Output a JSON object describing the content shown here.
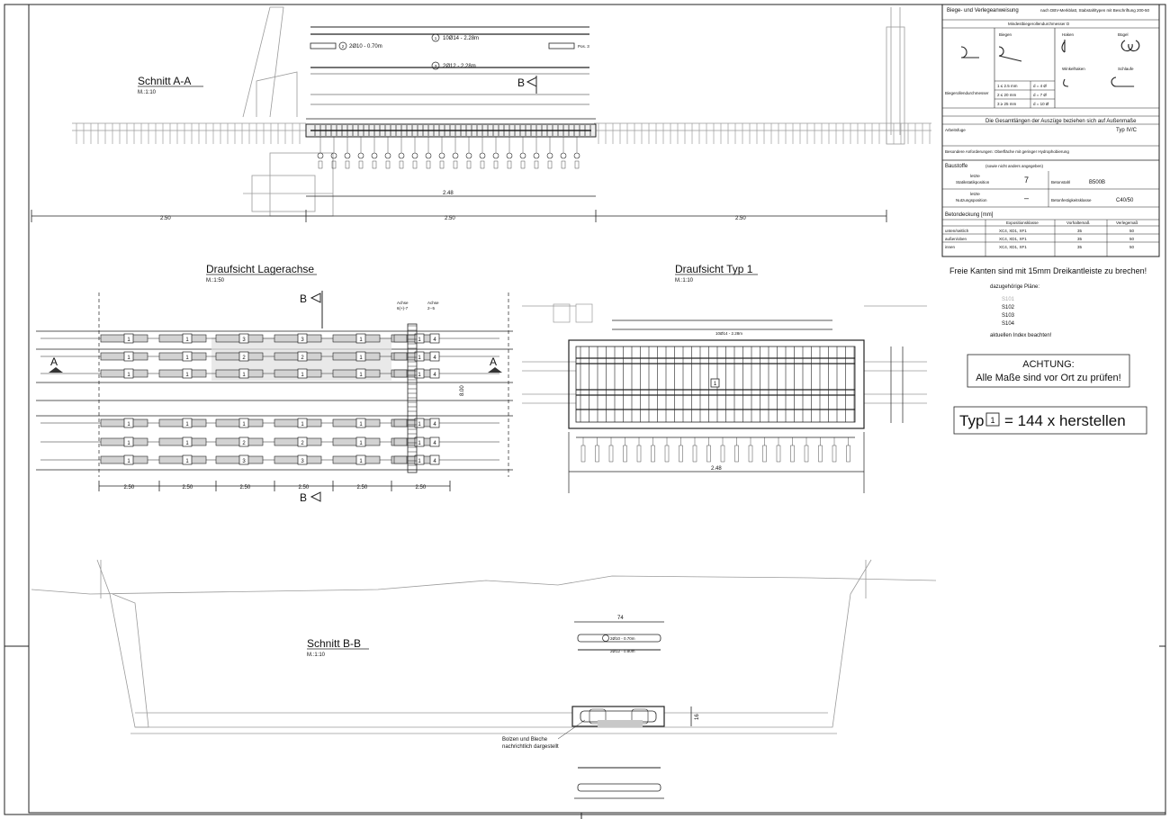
{
  "sections": {
    "a": {
      "title": "Schnitt A-A",
      "scale": "M.:1:10",
      "marker": "B"
    },
    "plan": {
      "title": "Draufsicht Lagerachse",
      "scale": "M.:1:50",
      "marker": "B",
      "axis_a": "Achse",
      "axis_a_sub": "6(+)-7",
      "axis_b": "Achse",
      "axis_b_sub": "2--5",
      "side_marker": "A"
    },
    "typ1": {
      "title": "Draufsicht Typ 1",
      "scale": "M.:1:10"
    },
    "bb": {
      "title": "Schnitt B-B",
      "scale": "M.:1:10",
      "note_line1": "Bolzen und Bleche",
      "note_line2": "nachrichtlich dargestellt"
    }
  },
  "dimensions": {
    "a_row": [
      "2.50",
      "2.50",
      "2.50"
    ],
    "a_len": "2.48",
    "plan_row": [
      "2.50",
      "2.50",
      "2.50",
      "2.50",
      "2.50",
      "2.50"
    ],
    "plan_height": "8.00",
    "typ1_len": "2.48",
    "bb_top": "74",
    "bb_height": "16"
  },
  "rebar": {
    "a_1": "10Ø14 - 2.28m",
    "a_2": "2Ø10 - 0.70m",
    "a_3": "2Ø12 - 2.28m",
    "typ1_1": "10Ø14 - 2.28m",
    "bb_1": "2Ø10 - 0.70m",
    "bb_2": "2Ø12 - 0.80m",
    "pos_label": "Pos. 3"
  },
  "plan_types": {
    "bearing_labels": [
      "1",
      "1",
      "1",
      "3",
      "1",
      "4"
    ],
    "row_pattern_top": [
      [
        "1",
        "1",
        "3",
        "3",
        "1",
        "1",
        "4"
      ],
      [
        "1",
        "1",
        "2",
        "2",
        "1",
        "1",
        "4"
      ],
      [
        "1",
        "1",
        "1",
        "1",
        "1",
        "1",
        "4"
      ]
    ],
    "row_pattern_bottom": [
      [
        "1",
        "1",
        "1",
        "1",
        "1",
        "1",
        "4"
      ],
      [
        "1",
        "1",
        "2",
        "2",
        "1",
        "1",
        "4"
      ],
      [
        "1",
        "1",
        "3",
        "3",
        "1",
        "1",
        "4"
      ]
    ]
  },
  "titleblock": {
    "title": "Biege- und Verlegeanweisung",
    "title_sub": "nach DBV-Merkblatt, Stabstahltypen mit Beschriftung 200-50",
    "subtitle": "Mindestbiegerollendurchmesser D",
    "diag_labels": [
      "Haken",
      "Bügel",
      "Winkelhaken",
      "Schlaufe",
      "Biegen"
    ],
    "table_rows": [
      {
        "a": "1 ≤ 2.5 mm",
        "b": "d = 4 Ø"
      },
      {
        "a": "2 ≤ 20 mm",
        "b": "d = 7 Ø"
      },
      {
        "a": "3 ≥ 25 mm",
        "b": "d = 10 Ø"
      }
    ],
    "left_caption": "Biegerollendurchmesser",
    "note_1": "Die Gesamtlängen der Auszüge beziehen sich auf Außenmaße",
    "note_2_label": "Arbeitsfuge",
    "note_2_text": "Typ IV/C",
    "note_3": "Besondere Anforderungen: Oberfläche mit geringer Hydrophobierung",
    "baustoffe_label": "Baustoffe",
    "baustoffe_note": "(sowie nicht anders angegeben)",
    "static_label1": "letzte",
    "static_label2": "Statikstatikposition",
    "static_value": "7",
    "betonstahl_label": "Betonstahl",
    "betonstahl_value": "B500B",
    "nutz_label1": "letzte",
    "nutz_label2": "Nutzungsposition",
    "nutz_value": "–",
    "betonf_label": "Betonfestigkeitsklasse",
    "betonf_value": "C40/50",
    "betondeckung_label": "Betondeckung [mm]",
    "col_h1": "Expositionsklasse",
    "col_h2": "Vorhaltemaß",
    "col_h3": "Verlegemaß",
    "rows": [
      {
        "k": "unten/seitlich",
        "e": "XC4, XD1, XF1",
        "v1": "35",
        "v2": "50"
      },
      {
        "k": "außen/oben",
        "e": "XC4, XD1, XF1",
        "v1": "35",
        "v2": "50"
      },
      {
        "k": "innen",
        "e": "XC4, XD1, XF1",
        "v1": "35",
        "v2": "50"
      }
    ]
  },
  "notes": {
    "free_edges": "Freie Kanten sind mit 15mm Dreikantleiste zu brechen!",
    "plans_label": "dazugehörige Pläne:",
    "plans": [
      "S101",
      "S102",
      "S103",
      "S104"
    ],
    "plans_hint": "aktuellen Index beachten!",
    "warning_title": "ACHTUNG:",
    "warning_text": "Alle Maße sind vor Ort zu prüfen!",
    "typ_prefix": "Typ",
    "typ_number": "1",
    "typ_suffix": "= 144 x herstellen"
  },
  "colors": {
    "line": "#222222",
    "light": "#9a9a9a",
    "hatch": "#c8c8c8",
    "paper": "#ffffff"
  }
}
